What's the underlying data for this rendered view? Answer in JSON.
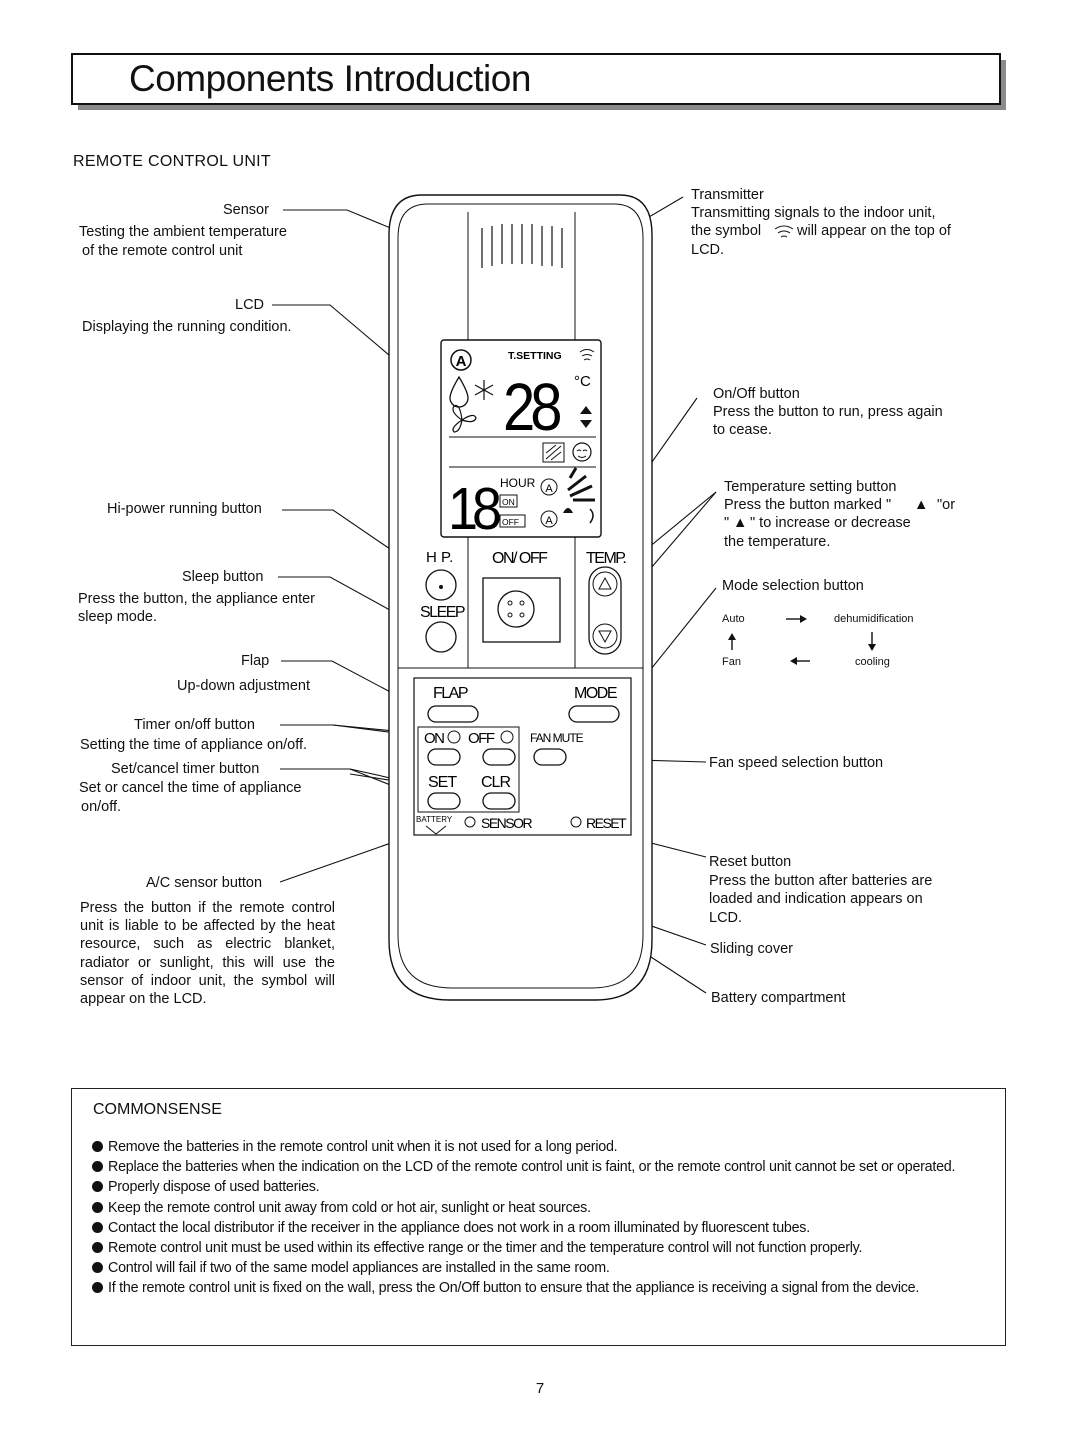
{
  "header": {
    "title": "Components Introduction"
  },
  "section": {
    "title": "REMOTE CONTROL UNIT"
  },
  "callouts": {
    "sensor": {
      "label": "Sensor",
      "desc": [
        "Testing the ambient temperature",
        "of the remote control unit"
      ]
    },
    "lcd": {
      "label": "LCD",
      "desc": "Displaying the running condition."
    },
    "hipower": {
      "label": "Hi-power running button"
    },
    "sleep": {
      "label": "Sleep button",
      "desc": [
        "Press the button, the appliance enter",
        "sleep mode."
      ]
    },
    "flap": {
      "label": "Flap",
      "desc": "Up-down adjustment"
    },
    "timer": {
      "label": "Timer on/off button",
      "desc": "Setting the time of appliance on/off."
    },
    "settimer": {
      "label": "Set/cancel timer button",
      "desc": [
        "Set or cancel the time of appliance",
        "on/off."
      ]
    },
    "acsensor": {
      "label": "A/C sensor button",
      "desc": "Press the button if the remote control unit is liable to be affected by the heat resource, such as electric blanket, radiator or sunlight, this will use the sensor of indoor unit, the symbol will appear on the LCD."
    },
    "transmitter": {
      "label": "Transmitter",
      "desc": [
        "Transmitting signals to the indoor unit,",
        "the symbol",
        "will appear on the top of",
        "LCD."
      ]
    },
    "onoff": {
      "label": "On/Off button",
      "desc": [
        "Press the button to run, press again",
        "to cease."
      ]
    },
    "temp": {
      "label": "Temperature setting button",
      "desc": [
        "Press the button marked \"",
        "\"or",
        "\"",
        "\" to increase or decrease",
        "the temperature."
      ]
    },
    "mode": {
      "label": "Mode selection button",
      "cycle": {
        "auto": "Auto",
        "dehumid": "dehumidification",
        "fan": "Fan",
        "cooling": "cooling"
      }
    },
    "fanspeed": {
      "label": "Fan speed selection button"
    },
    "reset": {
      "label": "Reset button",
      "desc": [
        "Press the button after batteries are",
        "loaded and indication appears on",
        "LCD."
      ]
    },
    "cover": {
      "label": "Sliding cover"
    },
    "battery": {
      "label": "Battery compartment"
    }
  },
  "remote": {
    "lcd": {
      "auto_symbol": "A",
      "tsetting": "T.SETTING",
      "temp_digits": "28",
      "unit": "°C",
      "timer_digits": "18",
      "hour": "HOUR",
      "on": "ON",
      "off": "OFF",
      "auto_a1": "A",
      "auto_a2": "A"
    },
    "labels": {
      "hp": "H P.",
      "onoff": "ON/ OFF",
      "temp": "TEMP.",
      "sleep": "SLEEP",
      "flap": "FLAP",
      "mode": "MODE",
      "on": "ON",
      "off": "OFF",
      "fanmute": "FAN MUTE",
      "set": "SET",
      "clr": "CLR",
      "battery": "BATTERY",
      "sensor": "SENSOR",
      "reset": "RESET"
    }
  },
  "commonsense": {
    "title": "COMMONSENSE",
    "items": [
      "Remove the batteries in the remote control unit when it is not used for a long period.",
      "Replace the batteries when the indication on the LCD of the remote control unit is faint, or the remote control unit cannot be set or operated.",
      "Properly dispose of used batteries.",
      "Keep the remote control unit away from cold or hot air, sunlight or heat sources.",
      "Contact the local distributor if the receiver in the appliance does not work in a room illuminated by fluorescent tubes.",
      "Remote control unit must be used within its effective range or the timer and the temperature control will not function properly.",
      "Control will fail if two of the same model appliances are installed in the same room.",
      "If the remote control unit is fixed on the wall, press the On/Off button to ensure that the appliance is receiving a signal from the device."
    ]
  },
  "footer": {
    "page": "7"
  }
}
